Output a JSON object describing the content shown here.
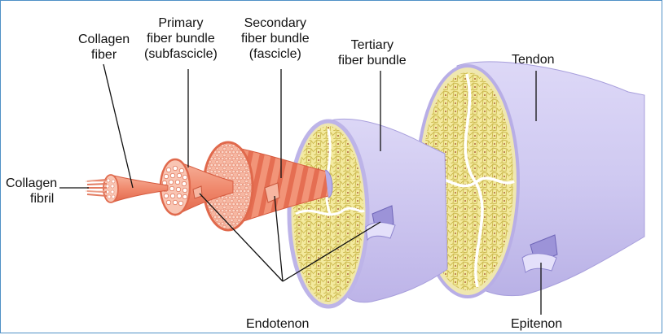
{
  "labels": {
    "collagen_fibril": [
      "Collagen",
      "fibril"
    ],
    "collagen_fiber": [
      "Collagen",
      "fiber"
    ],
    "primary_bundle": [
      "Primary",
      "fiber bundle",
      "(subfascicle)"
    ],
    "secondary_bundle": [
      "Secondary",
      "fiber bundle",
      "(fascicle)"
    ],
    "tertiary_bundle": [
      "Tertiary",
      "fiber bundle"
    ],
    "tendon": [
      "Tendon"
    ],
    "endotenon": [
      "Endotenon"
    ],
    "epitenon": [
      "Epitenon"
    ]
  },
  "colors": {
    "frame_border": "#4f90c6",
    "collagen_salmon": "#f08a6e",
    "collagen_dark": "#d8553a",
    "sheath_lavender": "#c9c3ee",
    "sheath_dark": "#8f86cf",
    "fascicle_yellow": "#f2e8a0",
    "cell_dot": "#8b2a1e"
  }
}
